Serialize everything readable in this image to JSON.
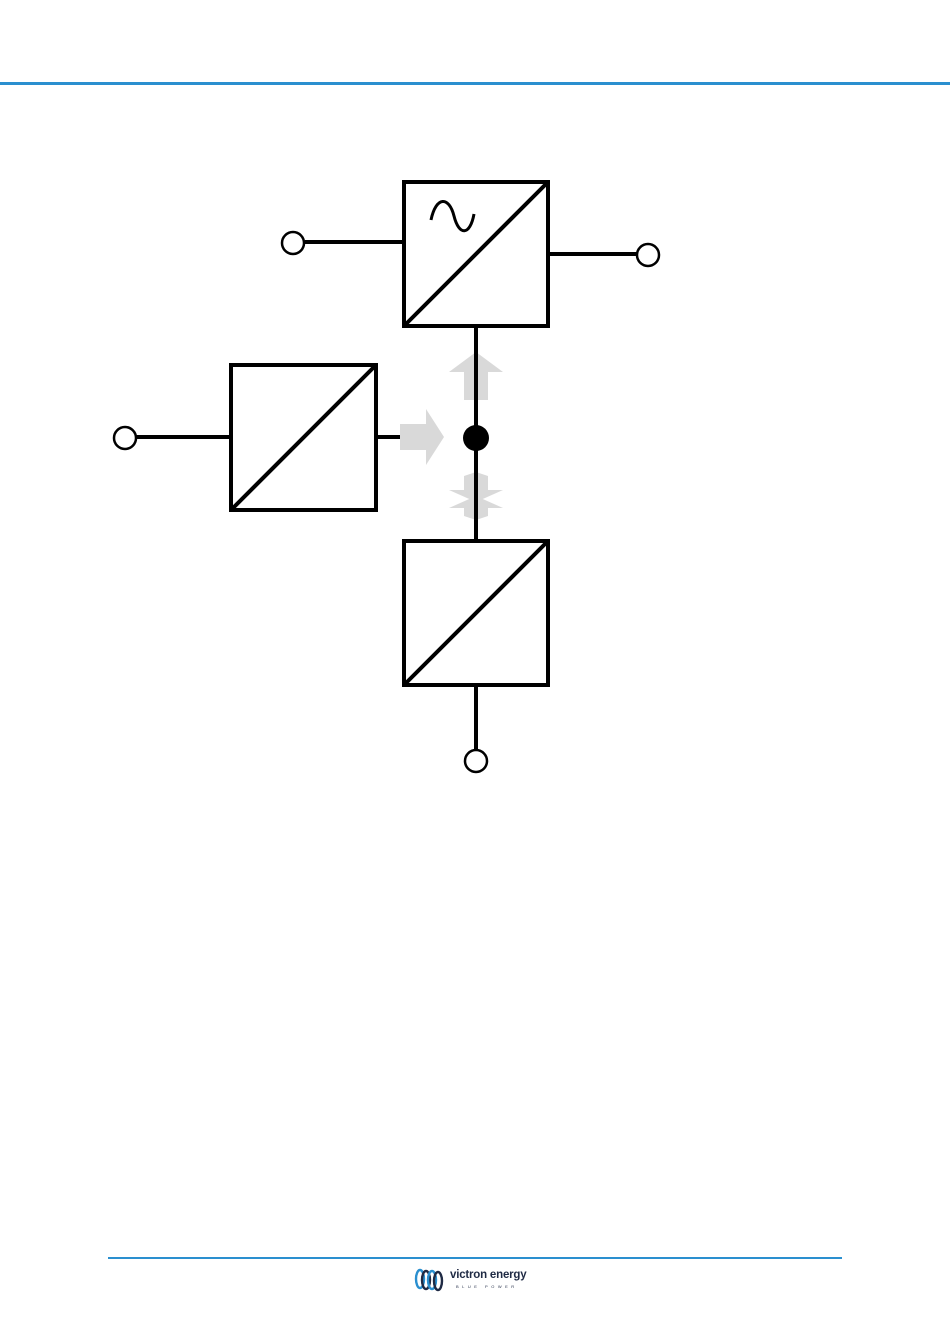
{
  "colors": {
    "brand_blue": "#2a8fcf",
    "stroke": "#000000",
    "flow_arrow": "#d9d9d9",
    "logo_text": "#1f2a44"
  },
  "diagram": {
    "blocks": [
      {
        "id": "inverter",
        "icon": "ac-sine-icon"
      },
      {
        "id": "solar-charger"
      },
      {
        "id": "battery-converter"
      }
    ],
    "terminals": [
      "ac-input",
      "ac-output",
      "pv-input",
      "battery"
    ],
    "flow_arrows": [
      "pv-to-bus",
      "bus-to-inverter",
      "bus-battery-bidirectional"
    ]
  },
  "footer": {
    "logo_name": "victron energy",
    "logo_tagline": "BLUE POWER",
    "logo_icon": "victron-swirl-icon"
  }
}
